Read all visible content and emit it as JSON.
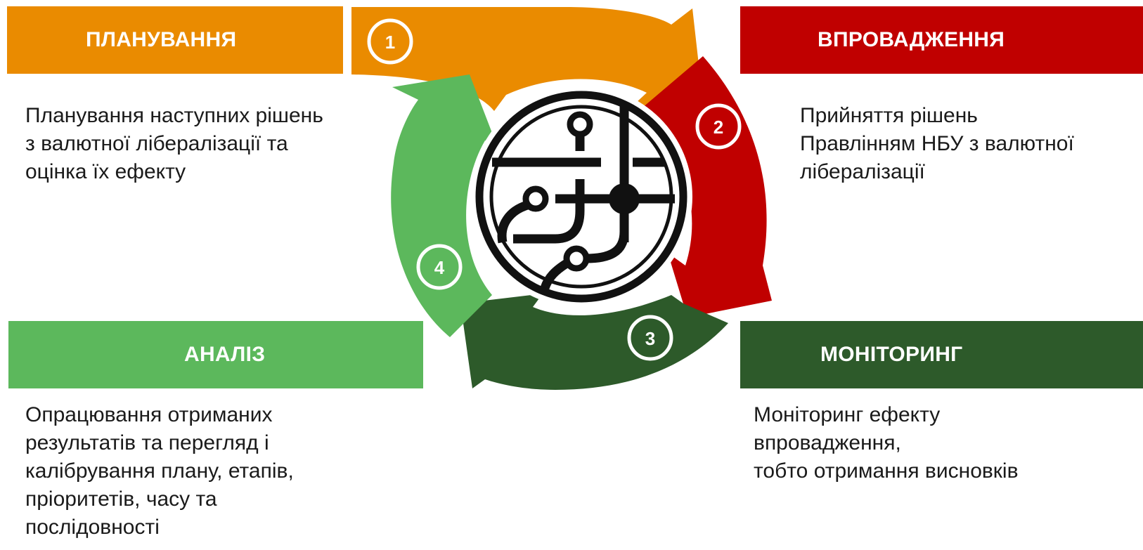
{
  "stages": {
    "planning": {
      "title": "ПЛАНУВАННЯ",
      "lines": [
        "Планування наступних рішень",
        "з валютної лібералізації та",
        "оцінка їх ефекту"
      ],
      "color": "#ea8b00"
    },
    "implementation": {
      "title": "ВПРОВАДЖЕННЯ",
      "lines": [
        "Прийняття рішень",
        "Правлінням НБУ з валютної",
        "лібералізації"
      ],
      "color": "#c00000"
    },
    "monitoring": {
      "title": "МОНІТОРИНГ",
      "lines": [
        "Моніторинг ефекту",
        "впровадження,",
        "тобто отримання висновків"
      ],
      "color": "#2d5a2a"
    },
    "analysis": {
      "title": "АНАЛІЗ",
      "lines": [
        "Опрацювання отриманих",
        "результатів та перегляд і",
        "калібрування плану, етапів,",
        "пріоритетів, часу та",
        "послідовності"
      ],
      "color": "#5cb85c"
    }
  },
  "steps": [
    "1",
    "2",
    "3",
    "4"
  ],
  "center_icon": "circuit-route-icon"
}
